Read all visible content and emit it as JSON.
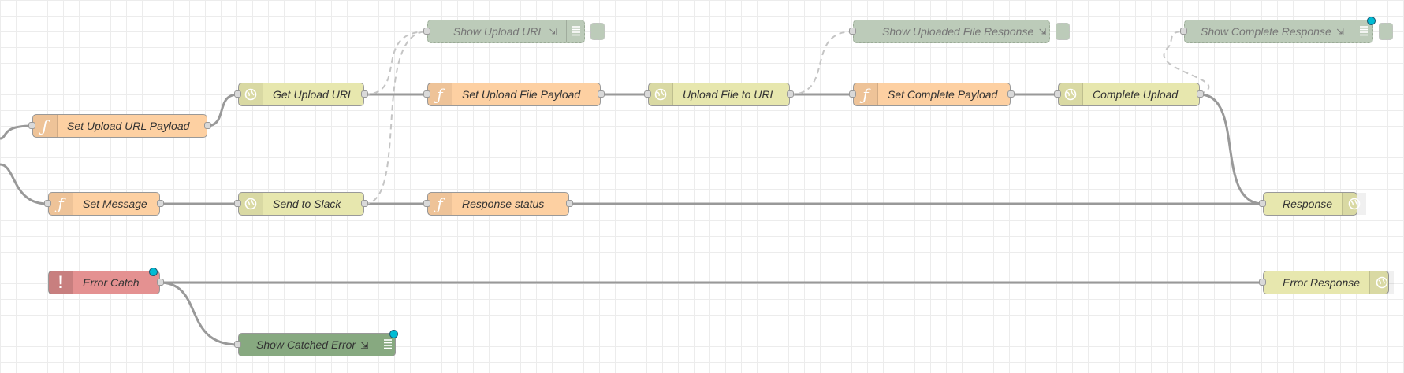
{
  "nodes": {
    "set_upload_url_payload": {
      "label": "Set Upload URL Payload",
      "icon": "function-icon"
    },
    "get_upload_url": {
      "label": "Get Upload URL",
      "icon": "globe-icon"
    },
    "show_upload_url": {
      "label": "Show Upload URL",
      "icon": "list-icon",
      "suffix": "⇲"
    },
    "set_upload_file_payload": {
      "label": "Set Upload File Payload",
      "icon": "function-icon"
    },
    "upload_file_to_url": {
      "label": "Upload File to URL",
      "icon": "globe-icon"
    },
    "show_uploaded_file_response": {
      "label": "Show Uploaded File Response",
      "icon": "list-icon",
      "suffix": "⇲"
    },
    "set_complete_payload": {
      "label": "Set Complete Payload",
      "icon": "function-icon"
    },
    "complete_upload": {
      "label": "Complete Upload",
      "icon": "globe-icon"
    },
    "show_complete_response": {
      "label": "Show Complete Response",
      "icon": "list-icon",
      "suffix": "⇲"
    },
    "set_message": {
      "label": "Set Message",
      "icon": "function-icon"
    },
    "send_to_slack": {
      "label": "Send to Slack",
      "icon": "globe-icon"
    },
    "response_status": {
      "label": "Response status",
      "icon": "function-icon"
    },
    "response": {
      "label": "Response",
      "icon": "globe-icon"
    },
    "error_catch": {
      "label": "Error Catch",
      "icon": "alert-icon",
      "glyph": "!"
    },
    "error_response": {
      "label": "Error Response",
      "icon": "globe-icon"
    },
    "show_catched_error": {
      "label": "Show Catched Error",
      "icon": "list-icon",
      "suffix": "⇲"
    }
  },
  "colors": {
    "function": "#fdd0a2",
    "http": "#e7e7ae",
    "catch": "#e49191",
    "debug": "#87a980",
    "debug_disabled": "#bccbb9",
    "wire": "#999999",
    "status_dot": "#00bcd4"
  }
}
